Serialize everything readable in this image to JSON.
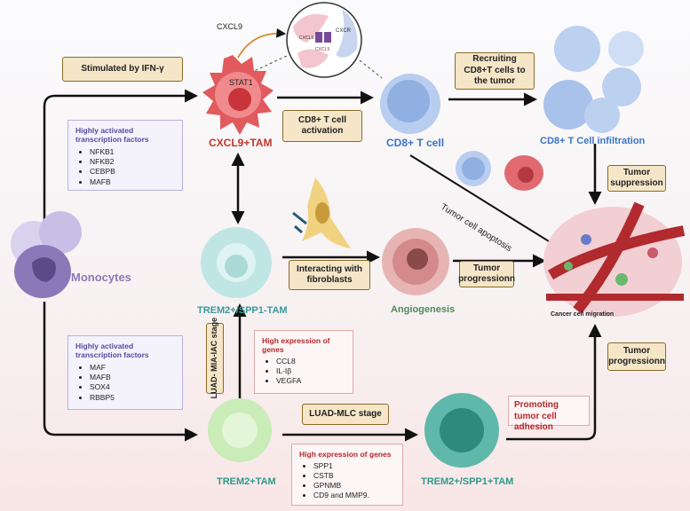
{
  "cells": {
    "monocytes": "Monocytes",
    "cxcl9_tam": "CXCL9+TAM",
    "stat1": "STAT1",
    "cd8_t_cell": "CD8+ T cell",
    "cd8_infiltration": "CD8+ T Cell infiltration",
    "trem2_spp1_tam_top": "TREM2+/SPP1-TAM",
    "angiogenesis": "Angiogenesis",
    "trem2_tam": "TREM2+TAM",
    "trem2_spp1_tam_bottom": "TREM2+/SPP1+TAM",
    "cancer_cell_migration": "Cancer cell migration"
  },
  "inset": {
    "cxcl9_label": "CXCL9",
    "receptor_label": "CXCR",
    "ligand_labels": [
      "CXCL9",
      "CXCL9"
    ]
  },
  "boxes": {
    "stimulated": "Stimulated by IFN-γ",
    "cd8_activation": "CD8+ T cell activation",
    "recruiting": "Recruiting CD8+T cells to the tumor",
    "tumor_suppression": "Tumor suppression",
    "interacting": "Interacting with fibroblasts",
    "tumor_progression_1": "Tumor progressionn",
    "tumor_progression_2": "Tumor progressionn",
    "luad_mia_iac": "LUAD- MIA-IAC stage",
    "luad_mlc": "LUAD-MLC stage",
    "promoting": "Promoting tumor cell adhesion"
  },
  "apoptosis_label": "Tumor cell apoptosis",
  "tf_top": {
    "title": "Highly activated transcription factors",
    "items": [
      "NFKB1",
      "NFKB2",
      "CEBPB",
      "MAFB"
    ]
  },
  "tf_bottom": {
    "title": "Highly activated transcription factors",
    "items": [
      "MAF",
      "MAFB",
      "SOX4",
      "RBBP5"
    ]
  },
  "genes_top": {
    "title": "High expression of genes",
    "items": [
      "CCL8",
      "IL-Iβ",
      "VEGFA"
    ]
  },
  "genes_bottom": {
    "title": "High expression of genes",
    "items": [
      "SPP1",
      "CSTB",
      "GPNMB",
      "CD9 and MMP9."
    ]
  },
  "colors": {
    "monocyte_purple": "#8c7ab8",
    "cxcl9_red": "#c0392b",
    "cd8_blue": "#3a76c4",
    "trem2_teal": "#3a9a9a",
    "angiogenesis_green": "#4e8a5a",
    "trem2_green": "#2f9a8a"
  }
}
